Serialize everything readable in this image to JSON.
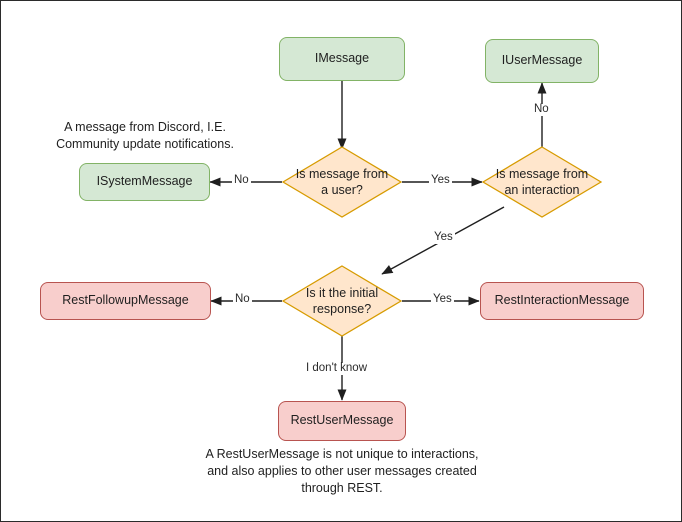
{
  "diagram": {
    "title": "Discord message type decision flowchart",
    "colors": {
      "green_fill": "#d5e8d4",
      "green_border": "#82b366",
      "pink_fill": "#f8cecc",
      "pink_border": "#b85450",
      "orange_fill": "#ffe6cc",
      "orange_border": "#d79b00",
      "edge_stroke": "#1f1f1f",
      "frame_border": "#2b2b2b",
      "background": "#ffffff"
    },
    "nodes": {
      "imessage": "IMessage",
      "iusermessage": "IUserMessage",
      "isystemmessage": "ISystemMessage",
      "decision_user": "Is message from\na user?",
      "decision_interaction": "Is message from\nan interaction",
      "decision_initial": "Is it the initial\nresponse?",
      "restfollowupmessage": "RestFollowupMessage",
      "restinteractionmessage": "RestInteractionMessage",
      "restusermessage": "RestUserMessage"
    },
    "edge_labels": {
      "user_no": "No",
      "user_yes": "Yes",
      "interaction_no": "No",
      "interaction_yes": "Yes",
      "initial_no": "No",
      "initial_yes": "Yes",
      "initial_unknown": "I don't know"
    },
    "annotations": {
      "system_message_note": "A message from Discord, I.E.\nCommunity update notifications.",
      "rest_user_message_note": "A RestUserMessage is not unique to interactions,\nand also applies to other user messages created\nthrough REST."
    }
  }
}
